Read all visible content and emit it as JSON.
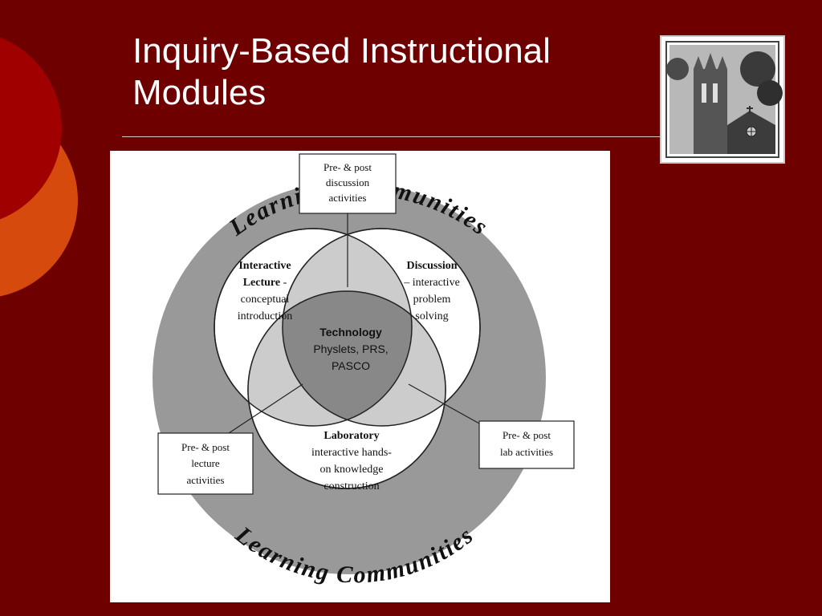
{
  "slide": {
    "title_line1": "Inquiry-Based Instructional",
    "title_line2": "Modules",
    "logo_icon": "chapel-tower-icon"
  },
  "colors": {
    "background": "#6e0000",
    "accent_circle_dark": "#a00000",
    "accent_circle_orange": "#d74a0e",
    "ring": "#999999",
    "overlap": "#cccccc",
    "center": "#888888"
  },
  "diagram": {
    "ring_label": "Learning Communities",
    "lecture": {
      "line1": "Interactive",
      "line2": "Lecture",
      "line2_suffix": " -",
      "line3": "conceptual",
      "line4": "introduction"
    },
    "discussion": {
      "line1": "Discussion",
      "line2": "– interactive",
      "line3": "problem",
      "line4": "solving"
    },
    "laboratory": {
      "line1": "Laboratory",
      "line2": "interactive hands-",
      "line3": "on knowledge",
      "line4": "construction"
    },
    "technology": {
      "line1": "Technology",
      "line2": "Physlets, PRS,",
      "line3": "PASCO"
    },
    "boxes": {
      "discussion_box": [
        "Pre- & post",
        "discussion",
        "activities"
      ],
      "lecture_box": [
        "Pre- & post",
        "lecture",
        "activities"
      ],
      "lab_box": [
        "Pre- & post",
        "lab activities"
      ]
    }
  }
}
